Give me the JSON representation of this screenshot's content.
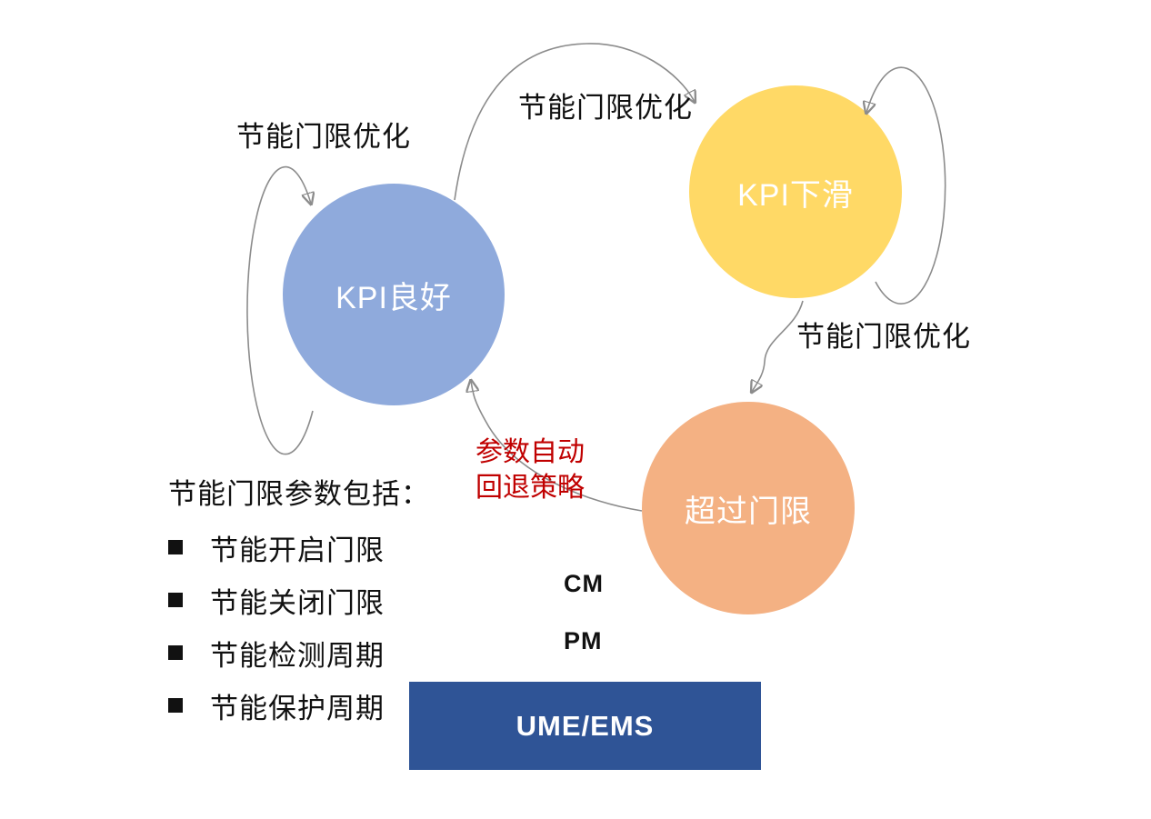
{
  "diagram": {
    "states": [
      {
        "name": "kpi-good",
        "label": "KPI良好",
        "color": "#8FAADC"
      },
      {
        "name": "kpi-decline",
        "label": "KPI下滑",
        "color": "#FFD966"
      },
      {
        "name": "over-threshold",
        "label": "超过门限",
        "color": "#F4B183"
      }
    ],
    "transitions": [
      {
        "name": "kpi-good-self-loop",
        "from": "KPI良好",
        "to": "KPI良好",
        "label": "节能门限优化"
      },
      {
        "name": "kpi-good-to-kpi-decline",
        "from": "KPI良好",
        "to": "KPI下滑",
        "label": "节能门限优化"
      },
      {
        "name": "kpi-decline-self-loop",
        "from": "KPI下滑",
        "to": "KPI下滑",
        "label": ""
      },
      {
        "name": "kpi-decline-to-over-threshold",
        "from": "KPI下滑",
        "to": "超过门限",
        "label": "节能门限优化"
      },
      {
        "name": "over-threshold-to-kpi-good",
        "from": "超过门限",
        "to": "KPI良好",
        "label": "参数自动\n回退策略",
        "label_color": "#C00000"
      }
    ],
    "arrow_color": "#8C8C8C"
  },
  "params_list": {
    "heading": "节能门限参数包括：",
    "items": [
      "节能开启门限",
      "节能关闭门限",
      "节能检测周期",
      "节能保护周期"
    ]
  },
  "annotations": {
    "cm": "CM",
    "pm": "PM"
  },
  "ems_box": {
    "label": "UME/EMS",
    "color": "#2F5496",
    "text_color": "#FFFFFF"
  }
}
